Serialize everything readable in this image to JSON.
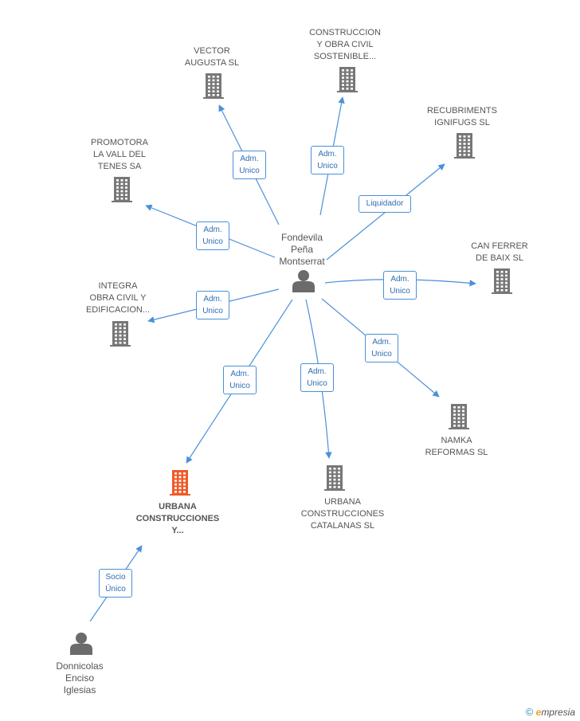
{
  "colors": {
    "edge": "#4a90d9",
    "company_icon": "#777777",
    "main_company_icon": "#f05a28",
    "person_icon": "#6b6b6b",
    "role_text": "#2f6db5"
  },
  "persons": [
    {
      "id": "fondevila",
      "label": "Fondevila\nPeña\nMontserrat"
    },
    {
      "id": "donnicolas",
      "label": "Donnicolas\nEnciso\nIglesias"
    }
  ],
  "companies": [
    {
      "id": "vector",
      "label": "VECTOR\nAUGUSTA  SL"
    },
    {
      "id": "construccion",
      "label": "CONSTRUCCION\nY OBRA CIVIL\nSOSTENIBLE..."
    },
    {
      "id": "recubriments",
      "label": "RECUBRIMENTS\nIGNIFUGS  SL"
    },
    {
      "id": "promotora",
      "label": "PROMOTORA\nLA VALL DEL\nTENES SA"
    },
    {
      "id": "canferrer",
      "label": "CAN FERRER\nDE BAIX SL"
    },
    {
      "id": "integra",
      "label": "INTEGRA\nOBRA CIVIL Y\nEDIFICACION..."
    },
    {
      "id": "namka",
      "label": "NAMKA\nREFORMAS SL"
    },
    {
      "id": "urbana_cc",
      "label": "URBANA\nCONSTRUCCIONES\nCATALANAS SL"
    },
    {
      "id": "urbana_main",
      "label": "URBANA\nCONSTRUCCIONES\nY...",
      "main": true
    }
  ],
  "edges": [
    {
      "from": "fondevila",
      "to": "vector",
      "role": "Adm.\nUnico"
    },
    {
      "from": "fondevila",
      "to": "construccion",
      "role": "Adm.\nUnico"
    },
    {
      "from": "fondevila",
      "to": "recubriments",
      "role": "Liquidador"
    },
    {
      "from": "fondevila",
      "to": "promotora",
      "role": "Adm.\nUnico"
    },
    {
      "from": "fondevila",
      "to": "canferrer",
      "role": "Adm.\nUnico"
    },
    {
      "from": "fondevila",
      "to": "integra",
      "role": "Adm.\nUnico"
    },
    {
      "from": "fondevila",
      "to": "namka",
      "role": "Adm.\nUnico"
    },
    {
      "from": "fondevila",
      "to": "urbana_cc",
      "role": "Adm.\nUnico"
    },
    {
      "from": "fondevila",
      "to": "urbana_main",
      "role": "Adm.\nUnico"
    },
    {
      "from": "donnicolas",
      "to": "urbana_main",
      "role": "Socio\nÚnico"
    }
  ],
  "brand": {
    "copyright": "©",
    "initial": "e",
    "rest": "mpresia"
  }
}
